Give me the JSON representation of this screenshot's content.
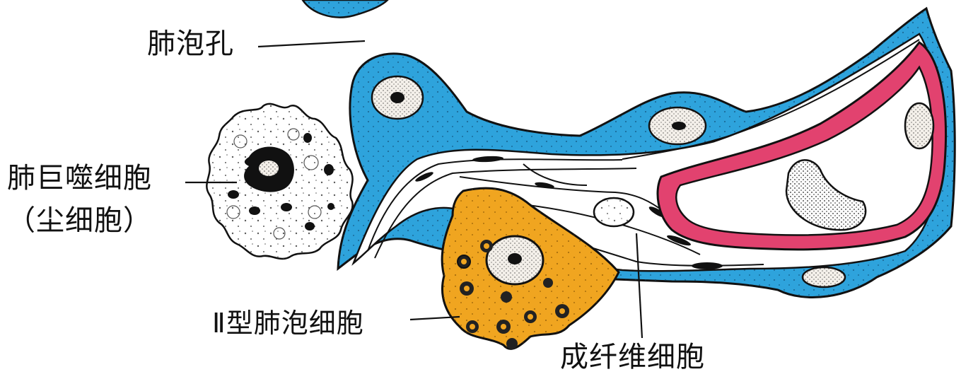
{
  "labels": {
    "alveolar_pore": "肺泡孔",
    "macrophage_line1": "肺巨噬细胞",
    "macrophage_line2": "（尘细胞）",
    "type2_cell": "Ⅱ型肺泡细胞",
    "fibroblast": "成纤维细胞"
  },
  "colors": {
    "epithelium": "#2ea3dc",
    "capillary_wall": "#e2426f",
    "type2_cell": "#f0a520",
    "outline": "#111111",
    "nucleus": "#f4f0ea"
  }
}
